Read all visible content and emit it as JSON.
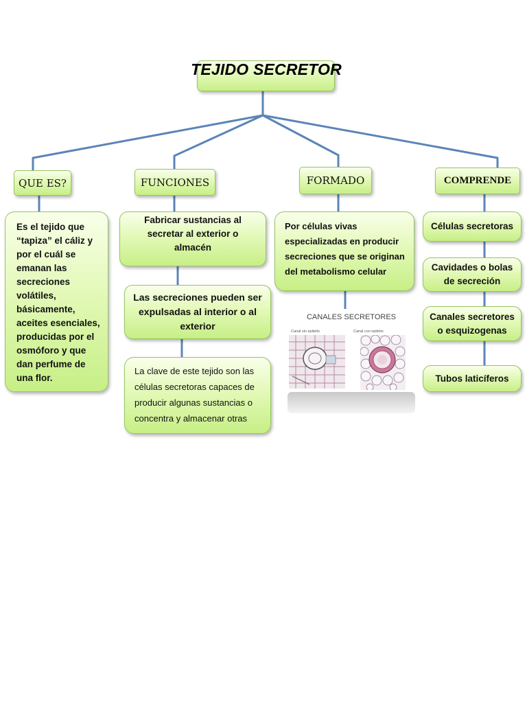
{
  "title": "TEJIDO SECRETOR",
  "categories": {
    "que_es": "QUE ES?",
    "funciones": "FUNCIONES",
    "formado": "FORMADO",
    "comprende": "COMPRENDE"
  },
  "que_es": {
    "description": "Es el tejido  que “tapiza” el cáliz y por el cuál se emanan las secreciones volátiles, básicamente, aceites esenciales, producidas por el osmóforo y que dan perfume de una flor."
  },
  "funciones": {
    "items": [
      "Fabricar sustancias al secretar al exterior  o almacén",
      "Las secreciones pueden ser expulsadas al interior o al exterior",
      "La clave de este tejido son las células secretoras capaces de producir algunas sustancias o concentra y almacenar otras"
    ]
  },
  "formado": {
    "description": "Por células vivas especializadas en producir secreciones que se originan del metabolismo celular",
    "image": {
      "title": "CANALES SECRETORES",
      "label_left": "Canal sin  epitelio",
      "label_right": "Canal con epitelio"
    }
  },
  "comprende": {
    "items": [
      "Células secretoras",
      "Cavidades o  bolas de secreción",
      "Canales secretores o esquizogenas",
      "Tubos laticíferos"
    ]
  },
  "colors": {
    "connector": "#5b84b8",
    "box_border": "#96c462",
    "box_fill": "#e3f9b8"
  }
}
